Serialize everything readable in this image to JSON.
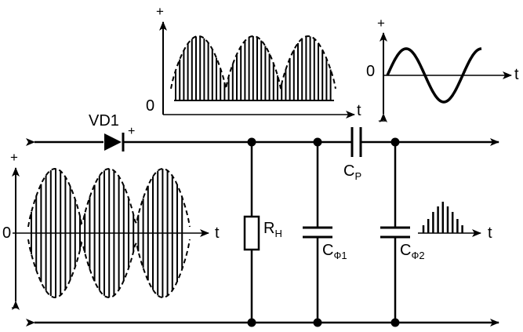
{
  "labels": {
    "diode": "VD1",
    "diode_polarity": "+",
    "load_resistor": "R",
    "load_resistor_sub": "Н",
    "coupling_cap": "C",
    "coupling_cap_sub": "Р",
    "filter_cap1": "C",
    "filter_cap1_sub": "Ф1",
    "filter_cap2": "C",
    "filter_cap2_sub": "Ф2"
  },
  "input_waveform": {
    "axis_plus": "+",
    "axis_minus": "−",
    "axis_zero": "0",
    "axis_t": "t"
  },
  "rectified_waveform": {
    "axis_plus": "+",
    "axis_zero": "0",
    "axis_t": "t"
  },
  "sine_output": {
    "axis_plus": "+",
    "axis_minus": "−",
    "axis_zero": "0",
    "axis_t": "t"
  },
  "pulse_output": {
    "axis_t": "t"
  },
  "colors": {
    "stroke": "#000000",
    "background": "#ffffff"
  }
}
